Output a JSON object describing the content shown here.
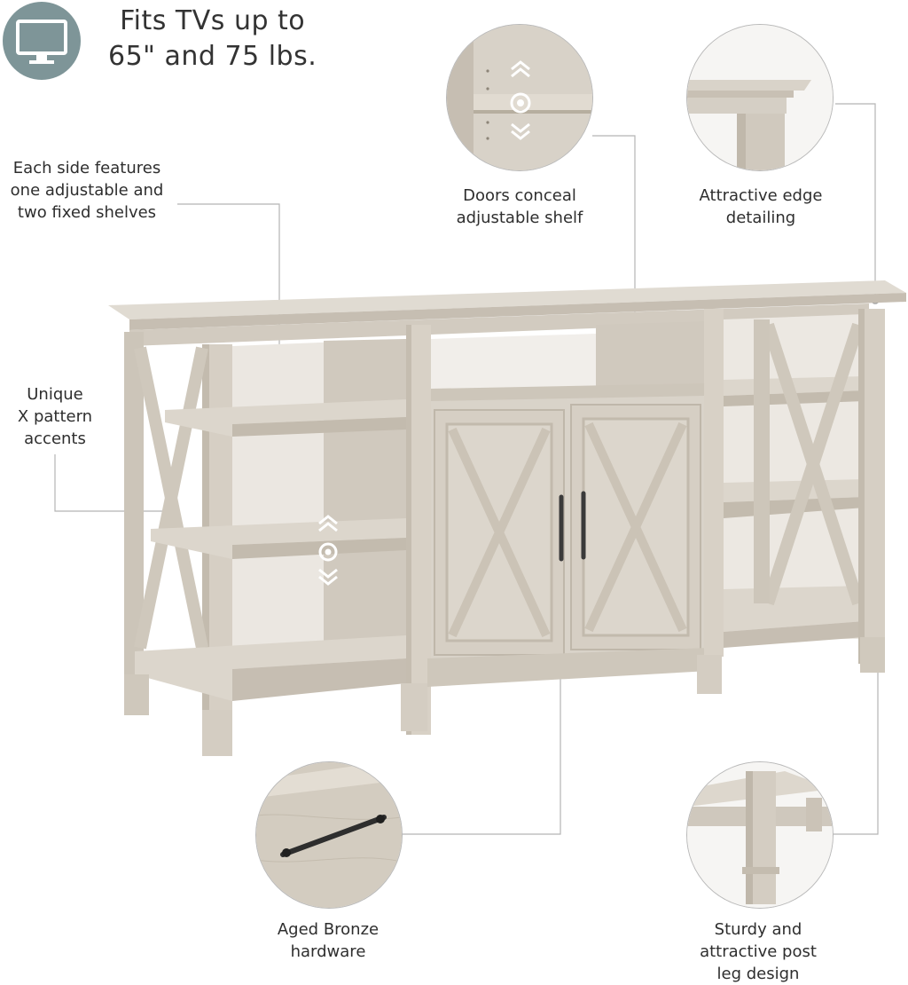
{
  "headline": {
    "line1": "Fits TVs up to",
    "line2": "65\" and 75 lbs.",
    "icon": "tv-icon"
  },
  "callouts": {
    "shelves": [
      "Each side features",
      "one adjustable and",
      "two fixed shelves"
    ],
    "x_pattern": [
      "Unique",
      "X pattern",
      "accents"
    ],
    "doors": [
      "Doors conceal",
      "adjustable shelf"
    ],
    "edge": [
      "Attractive edge",
      "detailing"
    ],
    "hardware": [
      "Aged Bronze",
      "hardware"
    ],
    "legs": [
      "Sturdy and",
      "attractive post",
      "leg design"
    ]
  },
  "colors": {
    "wood": "#d7d1c7",
    "wood_dark": "#b9b1a5",
    "wood_shadow": "#c6beb2",
    "badge": "#7e9598",
    "hardware": "#3a3a3a",
    "leader": "#b5b5b5"
  }
}
